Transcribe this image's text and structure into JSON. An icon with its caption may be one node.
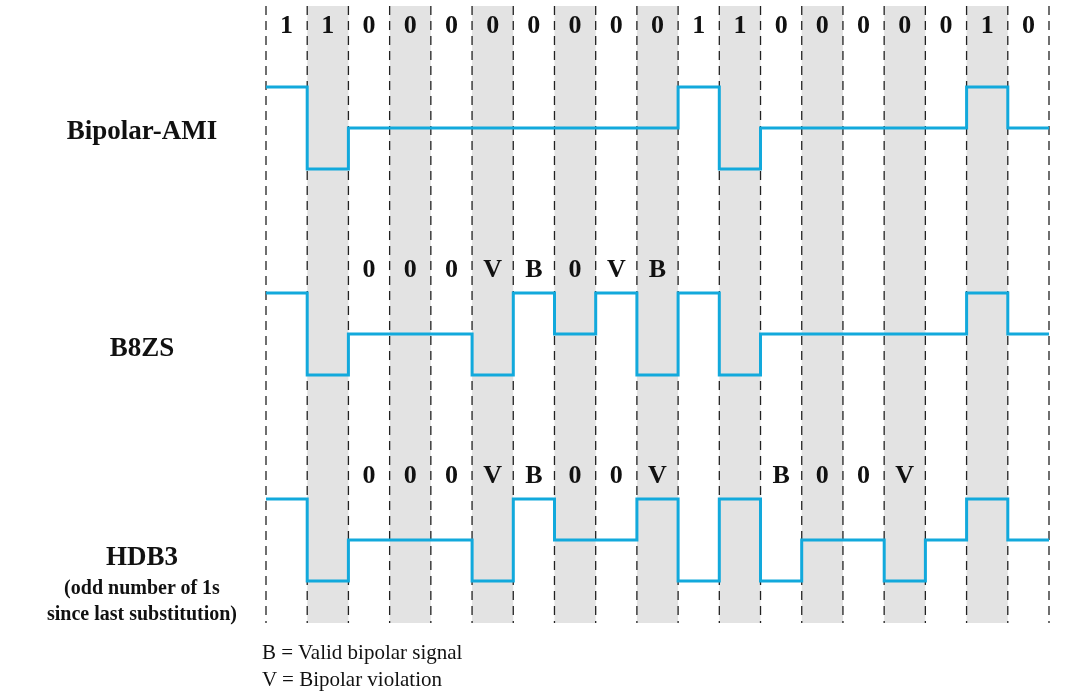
{
  "diagram": {
    "labels": [
      "1",
      "1",
      "0",
      "0",
      "0",
      "0",
      "0",
      "0",
      "0",
      "0",
      "1",
      "1",
      "0",
      "0",
      "0",
      "0",
      "0",
      "1",
      "0",
      "Bipolar-AMI",
      "0",
      "0",
      "0",
      "V",
      "B",
      "0",
      "V",
      "B",
      "B8ZS",
      "0",
      "0",
      "0",
      "V",
      "B",
      "0",
      "0",
      "V",
      "B",
      "0",
      "0",
      "V",
      "HDB3",
      "(odd number of 1s since last substitution)",
      "B = Valid bipolar signal",
      "V = Bipolar violation"
    ]
  }
}
